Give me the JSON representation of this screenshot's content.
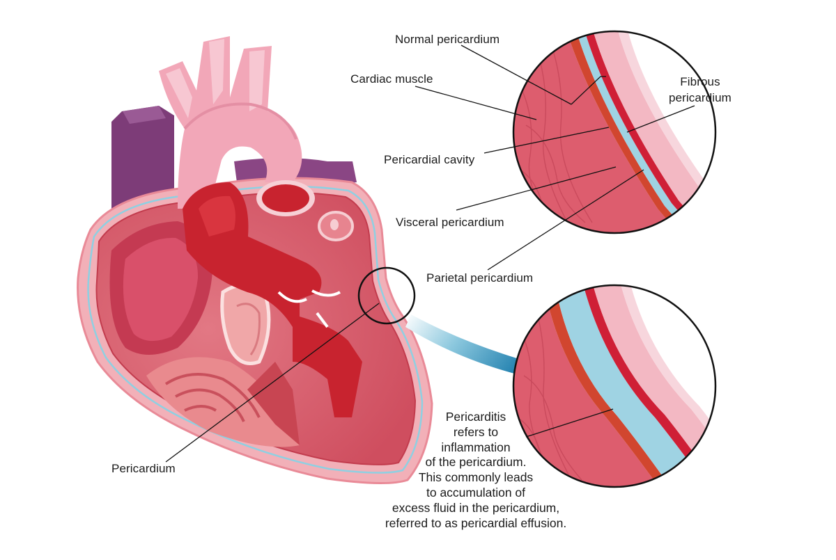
{
  "colors": {
    "background": "#ffffff",
    "myocardium": "#d9536a",
    "deep_red": "#c8232f",
    "vessel_pink": "#f2a7b8",
    "vein_purple": "#7d3c78",
    "pericardial_fluid": "#9fd3e3",
    "fibrous_layer": "#f3b8c3",
    "arrow_blue": "#2a8fb8"
  },
  "labels": {
    "normal_pericardium": "Normal pericardium",
    "cardiac_muscle": "Cardiac muscle",
    "fibrous_pericardium_line1": "Fibrous",
    "fibrous_pericardium_line2": "pericardium",
    "pericardial_cavity": "Pericardial cavity",
    "visceral_pericardium": "Visceral pericardium",
    "parietal_pericardium": "Parietal pericardium",
    "pericardium": "Pericardium"
  },
  "note": {
    "lines": [
      "Pericarditis",
      "refers to",
      "inflammation",
      "of the pericardium.",
      "This commonly leads",
      "to accumulation of",
      "excess fluid in the pericardium,",
      "referred to as pericardial effusion."
    ]
  }
}
